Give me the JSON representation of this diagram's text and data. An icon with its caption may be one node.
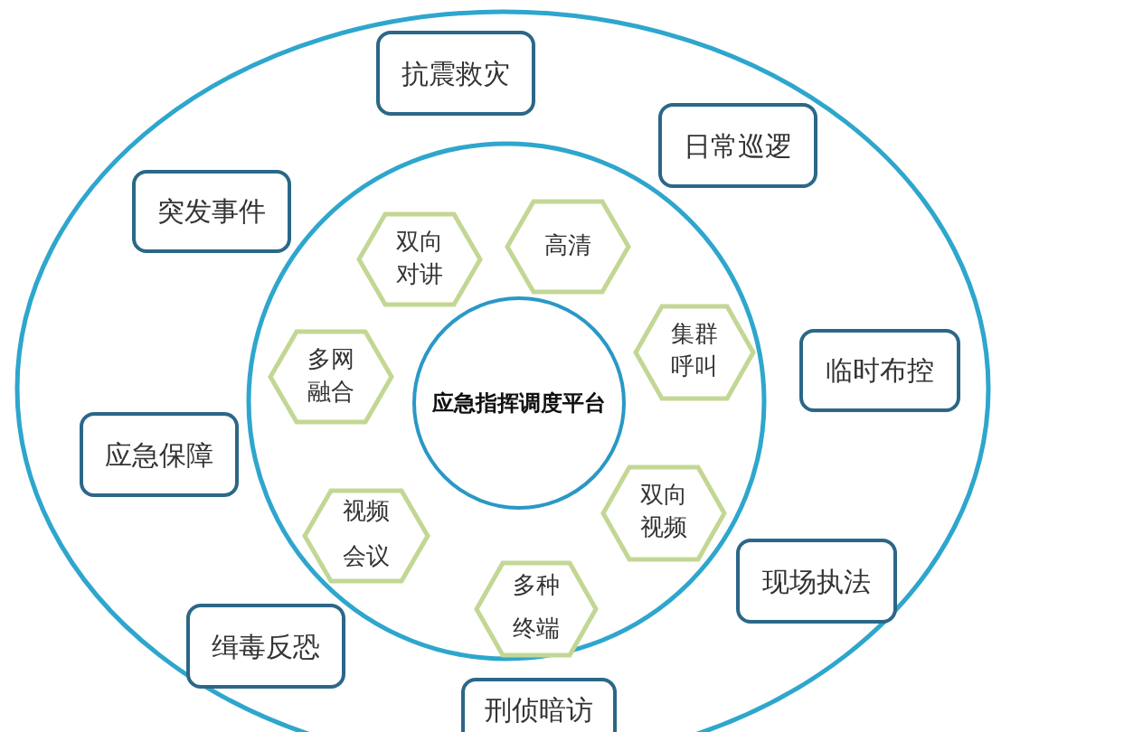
{
  "diagram": {
    "nodes": [
      {
        "text": [],
        "shape": "circle"
      },
      {
        "text": [],
        "shape": "circle",
        "in": 0
      },
      {
        "text": [
          "应急指挥调度平台"
        ],
        "in": 1
      },
      {
        "text": [
          "双向对讲"
        ],
        "in": 1
      },
      {
        "text": [
          "高清"
        ],
        "in": 1
      },
      {
        "text": [
          "多网融合"
        ],
        "in": 1
      },
      {
        "text": [
          "集群呼叫"
        ],
        "in": 1
      },
      {
        "text": [
          "视频会议"
        ],
        "in": 1
      },
      {
        "text": [
          "双向视频"
        ],
        "in": 1
      },
      {
        "text": [
          "多种终端"
        ],
        "in": 1
      },
      {
        "text": [
          "抗震救灾"
        ],
        "in": 0
      },
      {
        "text": [
          "日常巡逻"
        ],
        "in": 0
      },
      {
        "text": [
          "突发事件"
        ],
        "in": 0
      },
      {
        "text": [
          "临时布控"
        ],
        "in": 0
      },
      {
        "text": [
          "应急保障"
        ],
        "in": 0
      },
      {
        "text": [
          "现场执法"
        ],
        "in": 0
      },
      {
        "text": [
          "缉毒反恐"
        ],
        "in": 0
      },
      {
        "text": [
          "刑侦暗访"
        ],
        "in": 0
      }
    ]
  }
}
